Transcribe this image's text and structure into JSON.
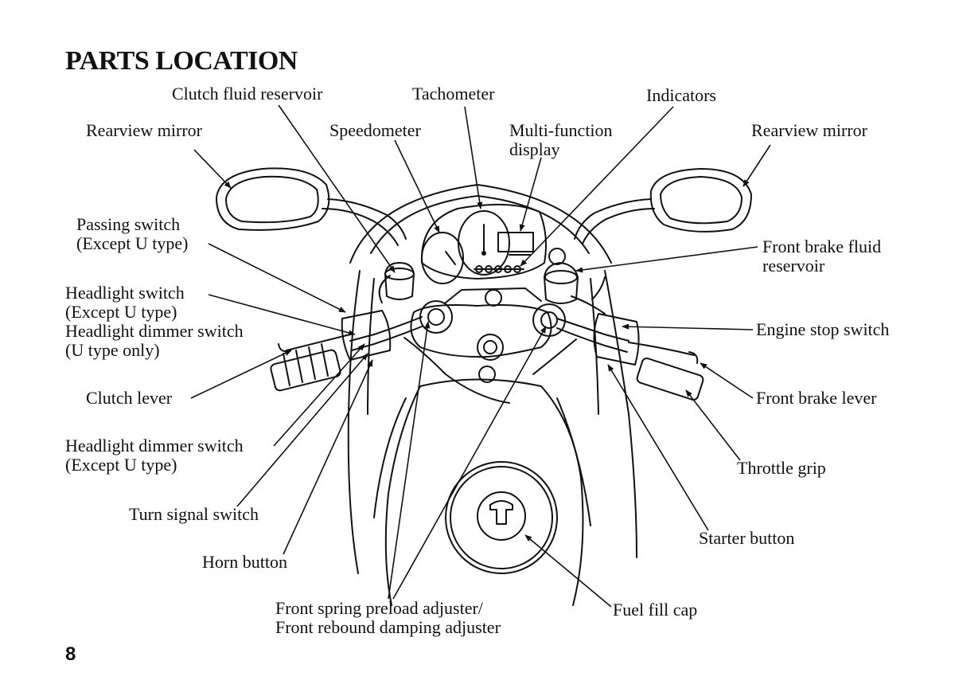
{
  "title": "PARTS LOCATION",
  "page_number": "8",
  "labels": {
    "clutch_fluid_reservoir": "Clutch fluid reservoir",
    "tachometer": "Tachometer",
    "indicators": "Indicators",
    "rearview_mirror_left": "Rearview mirror",
    "speedometer": "Speedometer",
    "multi_function_display_1": "Multi-function",
    "multi_function_display_2": "display",
    "rearview_mirror_right": "Rearview mirror",
    "passing_switch_1": "Passing switch",
    "passing_switch_2": "(Except U type)",
    "front_brake_fluid_reservoir_1": "Front brake fluid",
    "front_brake_fluid_reservoir_2": "reservoir",
    "headlight_switch_1": "Headlight switch",
    "headlight_switch_2": "(Except U type)",
    "headlight_dimmer_u_1": "Headlight dimmer switch",
    "headlight_dimmer_u_2": "(U type only)",
    "engine_stop_switch": "Engine stop switch",
    "clutch_lever": "Clutch lever",
    "front_brake_lever": "Front brake lever",
    "headlight_dimmer_except_1": "Headlight dimmer switch",
    "headlight_dimmer_except_2": "(Except U type)",
    "throttle_grip": "Throttle grip",
    "turn_signal_switch": "Turn signal switch",
    "starter_button": "Starter button",
    "horn_button": "Horn button",
    "front_spring_1": "Front spring preload adjuster/",
    "front_spring_2": "Front rebound damping adjuster",
    "fuel_fill_cap": "Fuel fill cap"
  }
}
